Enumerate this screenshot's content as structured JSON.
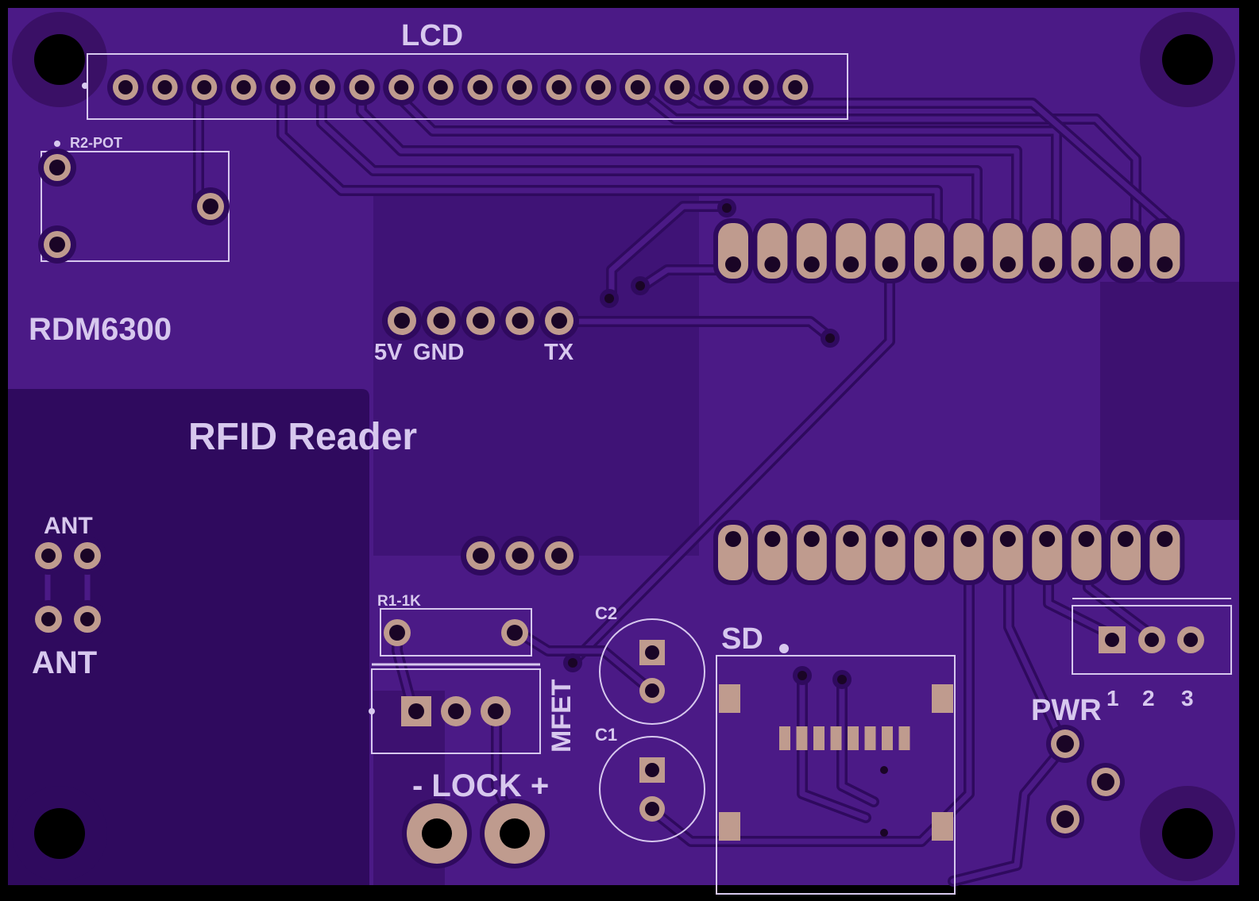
{
  "board": {
    "colors": {
      "background": "#000000",
      "substrate": "#3a1066",
      "copper_pour": "#4b1a86",
      "dark_region": "#2f0a5e",
      "silkscreen": "#d7c8ee",
      "pad": "#bf9b8e",
      "drill": "#1a0526"
    }
  },
  "labels": {
    "lcd": "LCD",
    "r2_pot": "R2-POT",
    "rdm6300": "RDM6300",
    "pin_5v": "5V",
    "pin_gnd": "GND",
    "pin_tx": "TX",
    "rfid_reader": "RFID Reader",
    "ant_top": "ANT",
    "ant_bottom": "ANT",
    "r1": "R1-1K",
    "mfet": "MFET",
    "lock": "- LOCK +",
    "c2": "C2",
    "c1": "C1",
    "sd": "SD",
    "pwr": "PWR",
    "pin_1": "1",
    "pin_2": "2",
    "pin_3": "3"
  },
  "icons": {
    "mounting_hole": "mounting-hole-icon",
    "round_pad": "through-hole-pad-icon",
    "square_pad": "square-pad-icon",
    "via": "via-icon"
  }
}
